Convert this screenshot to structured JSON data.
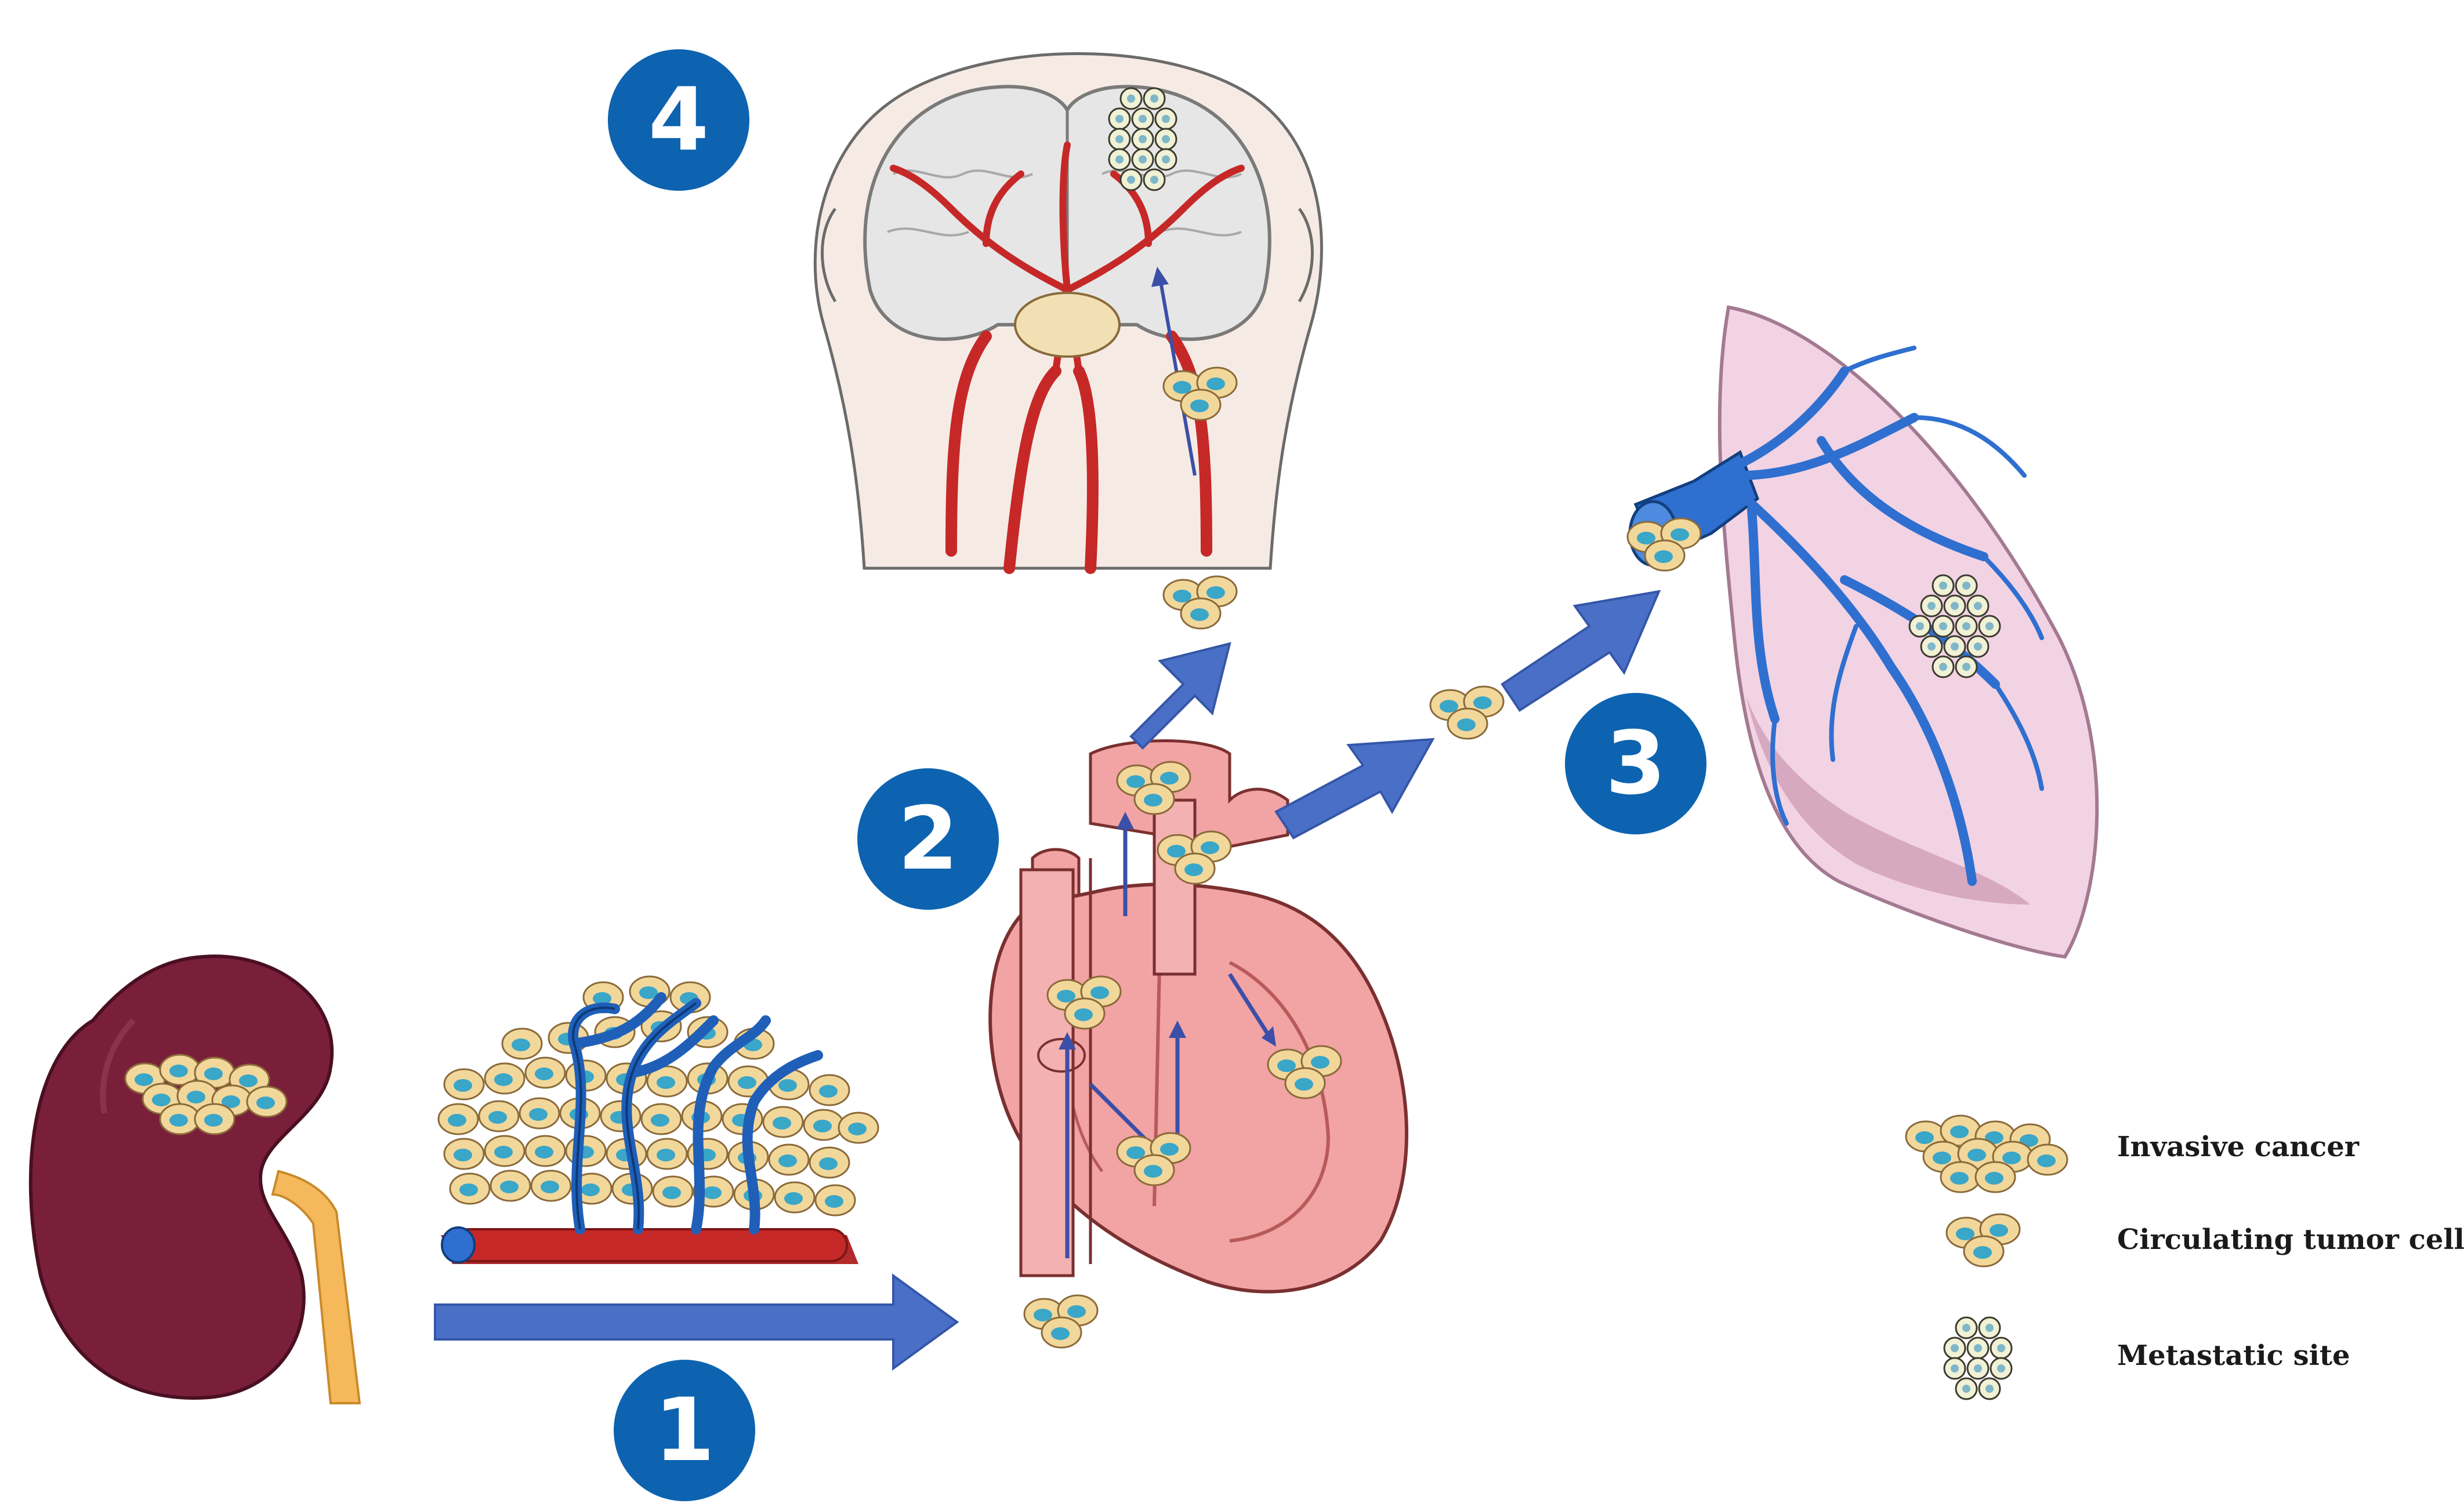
{
  "steps": [
    {
      "number": "1"
    },
    {
      "number": "2"
    },
    {
      "number": "3"
    },
    {
      "number": "4"
    }
  ],
  "legend": {
    "items": [
      {
        "label": "Invasive cancer",
        "icon": "invasive-cancer-cluster-icon"
      },
      {
        "label": "Circulating tumor cells",
        "icon": "circulating-tumor-cells-icon"
      },
      {
        "label": "Metastatic site",
        "icon": "metastatic-site-icon"
      }
    ]
  },
  "colors": {
    "badge": "#0d63b0",
    "arrow": "#4a6fc6",
    "kidney": "#7a1f3a",
    "ureter": "#f5b95c",
    "heart": "#f2a3a3",
    "lung": "#f2d3e3",
    "vessel_blue": "#2f6fd0",
    "artery_red": "#c62828",
    "cell_yellow": "#f2d36b",
    "cell_nucleus": "#3aa6c8"
  }
}
